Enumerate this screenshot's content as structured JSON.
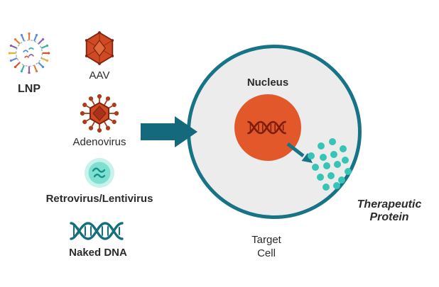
{
  "vectors": [
    {
      "label": "LNP"
    },
    {
      "label": "AAV"
    },
    {
      "label": "Adenovirus"
    },
    {
      "label": "Retrovirus/Lentivirus"
    },
    {
      "label": "Naked DNA"
    }
  ],
  "cell": {
    "nucleus_label": "Nucleus",
    "target_line1": "Target",
    "target_line2": "Cell"
  },
  "protein": {
    "line1": "Therapeutic",
    "line2": "Protein"
  },
  "colors": {
    "teal_dark": "#14697c",
    "cell_border": "#177386",
    "cell_fill": "#ececec",
    "dot_teal": "#35c4b5",
    "virus_orange": "#cf4a22",
    "virus_outline": "#7e2410",
    "nucleus_orange": "#e2582a",
    "dna_teal": "#156e7e",
    "retrovirus_fill": "#7fe0d2",
    "text": "#2b2b2b"
  }
}
